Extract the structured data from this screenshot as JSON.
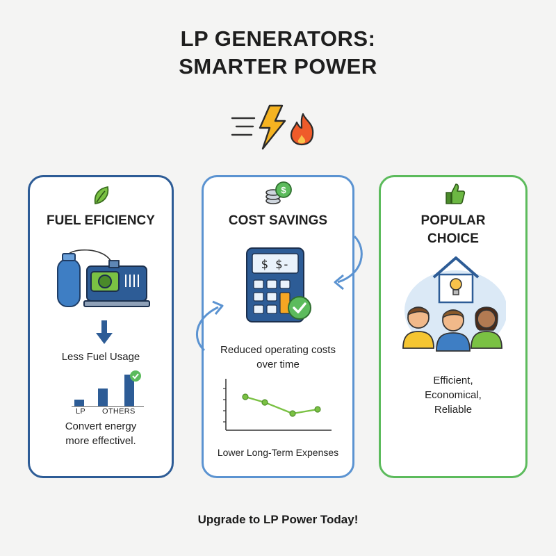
{
  "title": {
    "line1": "LP GENERATORS:",
    "line2": "SMARTER POWER"
  },
  "hero_icons": [
    "speed-lines-icon",
    "lightning-bolt-icon",
    "flame-icon"
  ],
  "cards": [
    {
      "title": "FUEL EFICIENCY",
      "icon": "leaf-icon",
      "caption": "Less Fuel Usage",
      "bar_labels": [
        "LP",
        "OTHERS"
      ],
      "text": [
        "Convert energy",
        "more effectivel."
      ]
    },
    {
      "title": "COST SAVINGS",
      "icon": "coins-icon",
      "calculator_display": "$ $-",
      "caption": [
        "Reduced operating costs",
        "over time"
      ],
      "footer_caption": "Lower Long-Term Expenses"
    },
    {
      "title": [
        "POPULAR",
        "CHOICE"
      ],
      "icon": "thumbs-up-icon",
      "text": [
        "Efficient,",
        "Economical,",
        "Reliable"
      ]
    }
  ],
  "footer": "Upgrade to LP Power Today!",
  "colors": {
    "navy": "#2d5c96",
    "blue": "#5b93d1",
    "green": "#5cbb5c",
    "orange": "#f5a623",
    "background": "#f4f4f3"
  }
}
